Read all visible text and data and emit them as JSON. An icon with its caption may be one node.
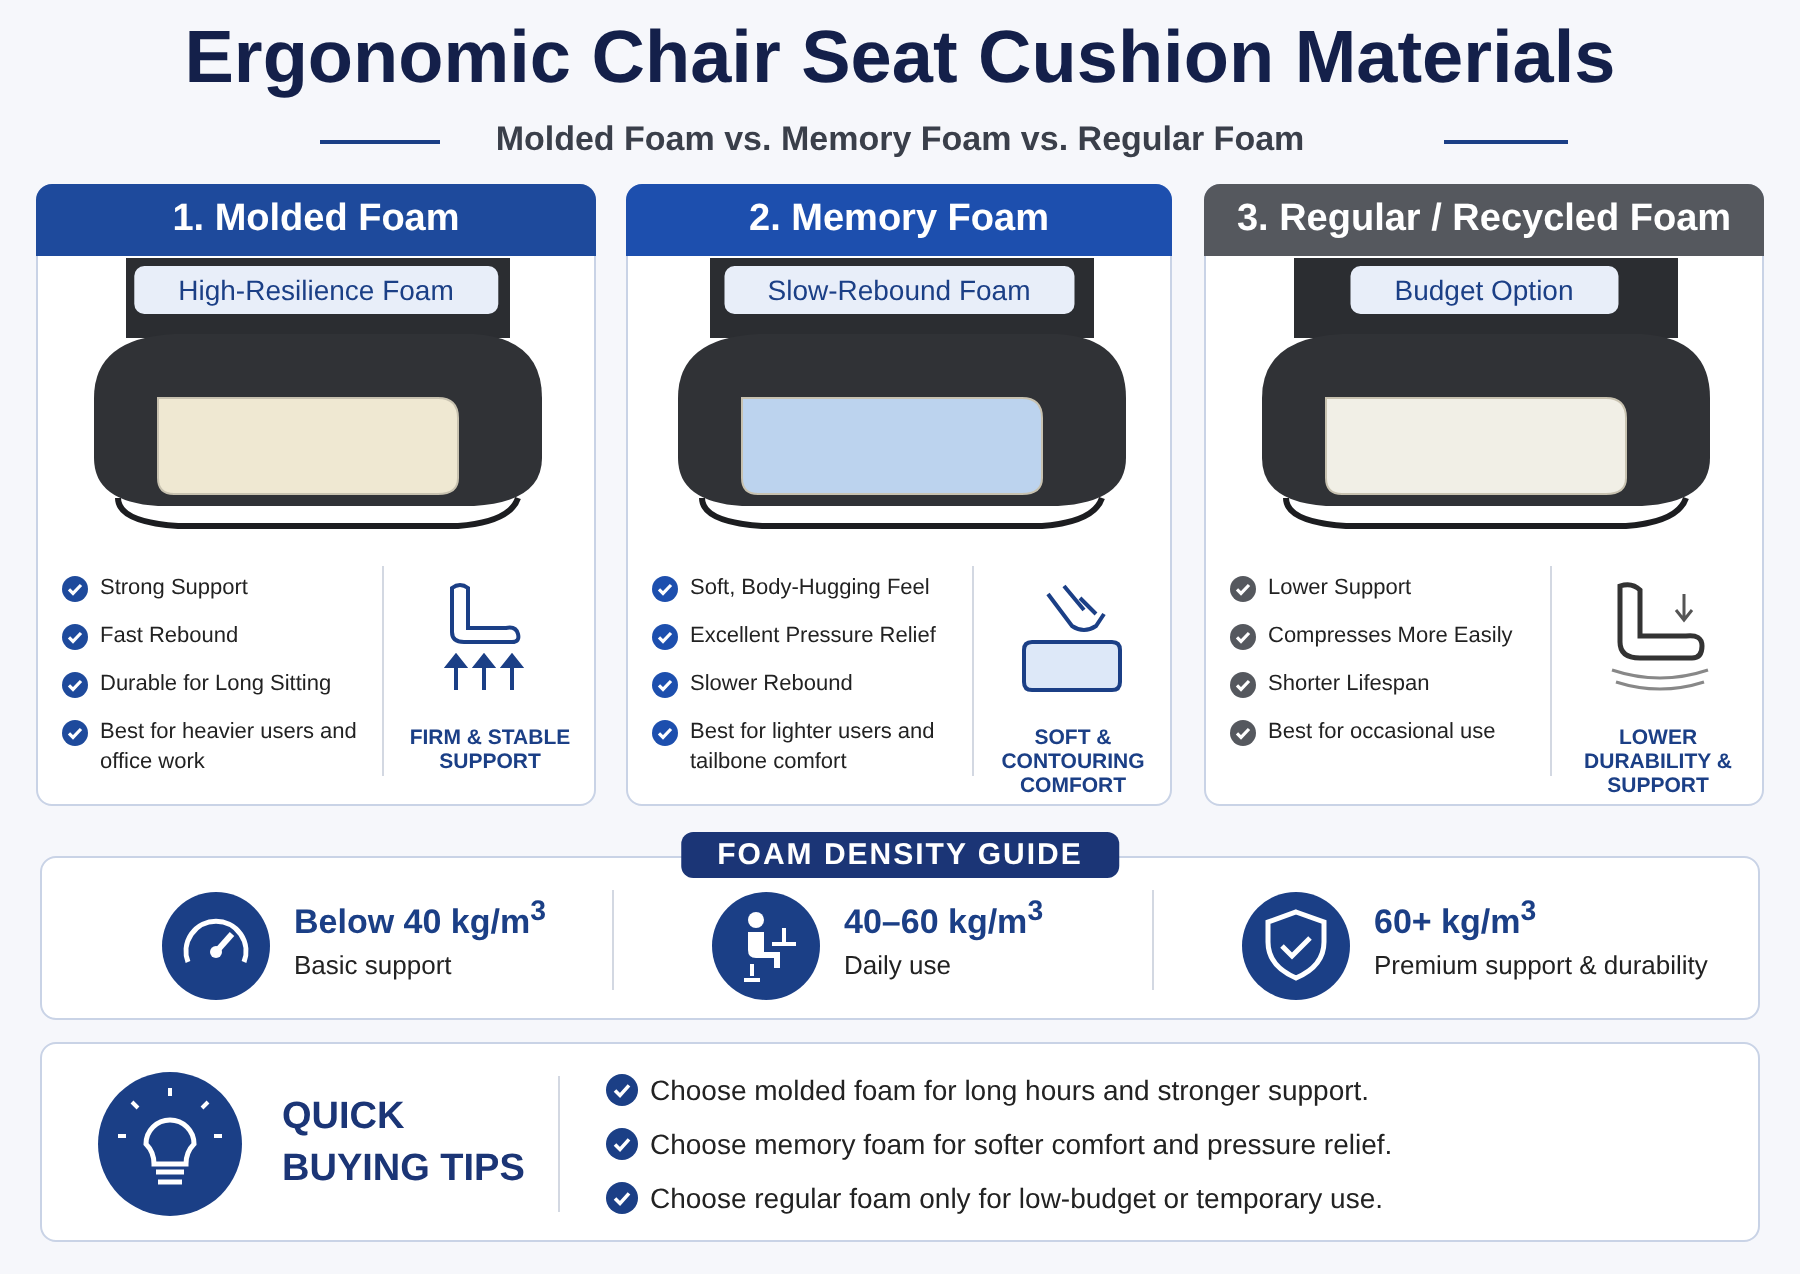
{
  "diagram": {
    "title": "Ergonomic Chair Seat Cushion Materials",
    "nodes": [
      {
        "text": [
          "1. Molded Foam",
          "High-Resilience Foam",
          "Strong Support",
          "Fast Rebound",
          "Durable for Long Sitting",
          "Best for heavier users and office work",
          "FIRM & STABLE SUPPORT"
        ]
      },
      {
        "text": [
          "2. Memory Foam",
          "Slow-Rebound Foam",
          "Soft, Body-Hugging Feel",
          "Excellent Pressure Relief",
          "Slower Rebound",
          "Best for lighter users and tailbone comfort",
          "SOFT & CONTOURING COMFORT"
        ]
      },
      {
        "text": [
          "3. Regular / Recycled Foam",
          "Budget Option",
          "Lower Support",
          "Compresses More Easily",
          "Shorter Lifespan",
          "Best for occasional use",
          "LOWER DURABILITY & SUPPORT"
        ]
      },
      {
        "text": [
          "FOAM DENSITY GUIDE"
        ]
      },
      {
        "text": [
          "Below 40 kg/m$^{3}$",
          "Basic support"
        ],
        "in": 3
      },
      {
        "text": [
          "40–60 kg/m$^{3}$",
          "Daily use"
        ],
        "in": 3
      },
      {
        "text": [
          "60+ kg/m$^{3}$",
          "Premium support & durability"
        ],
        "in": 3
      },
      {
        "text": [
          "QUICK BUYING TIPS",
          "Choose molded foam for long hours and stronger support.",
          "Choose memory foam for softer comfort and pressure relief.",
          "Choose regular foam only for low-budget or temporary use."
        ]
      }
    ],
    "labels": [
      "Molded Foam vs. Memory Foam vs. Regular Foam"
    ]
  }
}
